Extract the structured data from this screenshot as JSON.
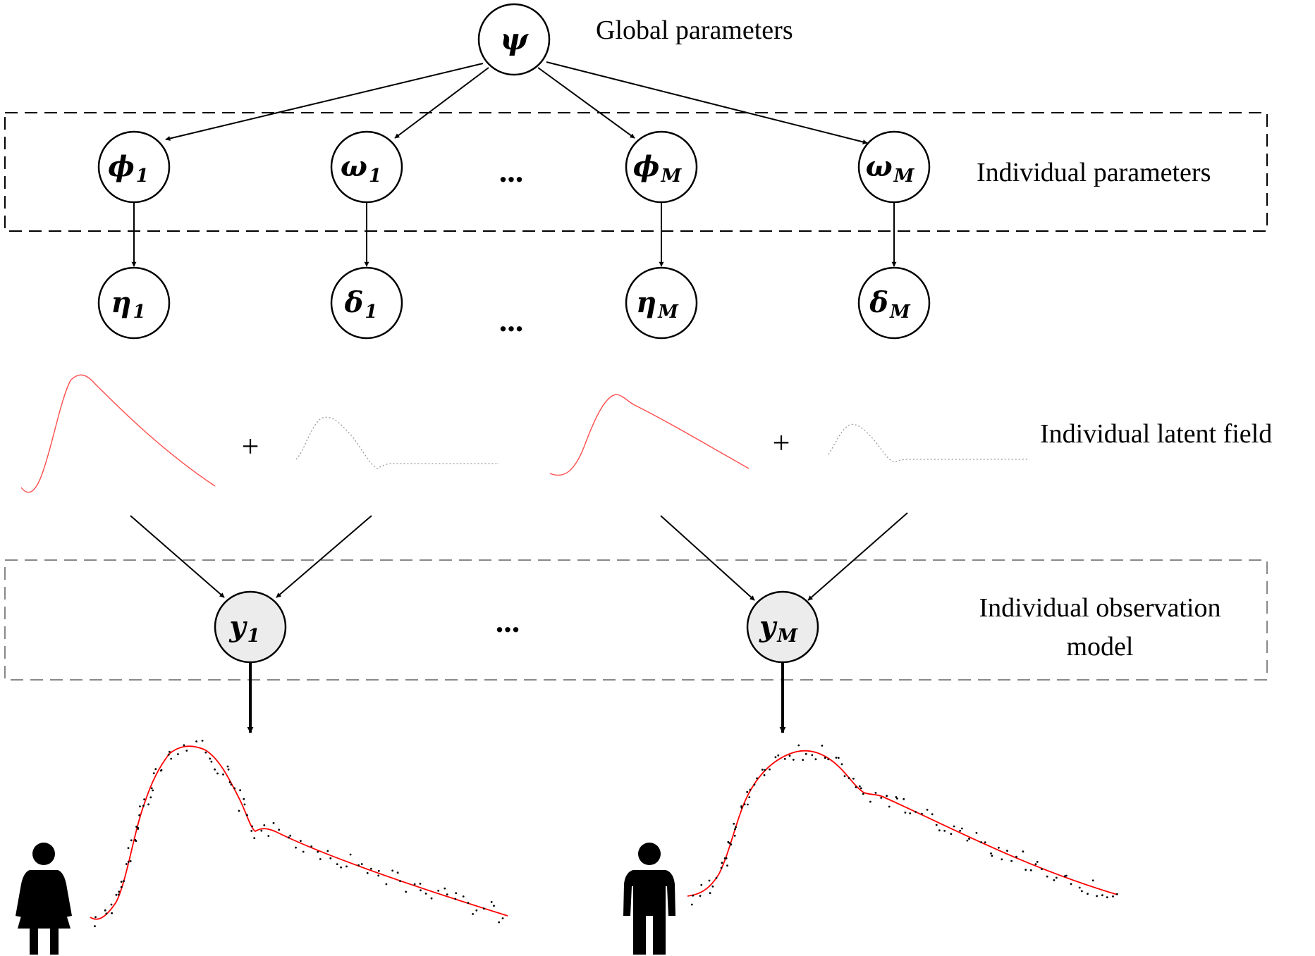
{
  "labels": {
    "global_parameters": "Global parameters",
    "individual_parameters": "Individual parameters",
    "individual_latent_field": "Individual latent field",
    "individual_observation_model_line1": "Individual observation",
    "individual_observation_model_line2": "model",
    "ellipsis": "...",
    "plus": "+"
  },
  "nodes": {
    "psi": {
      "symbol": "ψ",
      "sub": ""
    },
    "phi_1": {
      "symbol": "ϕ",
      "sub": "1"
    },
    "omega_1": {
      "symbol": "ω",
      "sub": "1"
    },
    "phi_M": {
      "symbol": "ϕ",
      "sub": "M"
    },
    "omega_M": {
      "symbol": "ω",
      "sub": "M"
    },
    "eta_1": {
      "symbol": "η",
      "sub": "1"
    },
    "delta_1": {
      "symbol": "δ",
      "sub": "1"
    },
    "eta_M": {
      "symbol": "η",
      "sub": "M"
    },
    "delta_M": {
      "symbol": "δ",
      "sub": "M"
    },
    "y_1": {
      "symbol": "y",
      "sub": "1"
    },
    "y_M": {
      "symbol": "y",
      "sub": "M"
    }
  },
  "icons": {
    "female": "female-person-icon",
    "male": "male-person-icon"
  },
  "colors": {
    "fit_curve": "#ff0000",
    "latent_curve": "#ff4d4d",
    "dotted_curve": "#999999",
    "observed_node_fill": "#ececec",
    "observation_box": "#888888"
  }
}
